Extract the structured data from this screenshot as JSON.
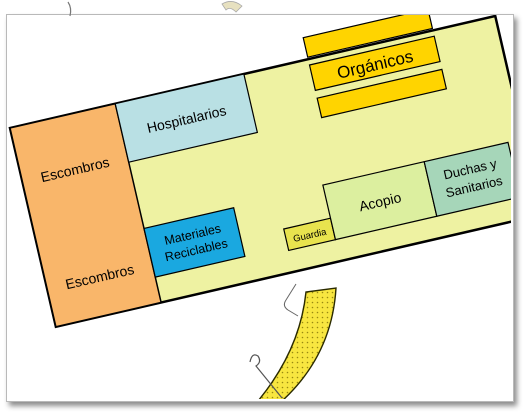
{
  "zones": {
    "escombros_top": "Escombros",
    "escombros_bottom": "Escombros",
    "hospitalarios": "Hospitalarios",
    "organicos": "Orgánicos",
    "materiales_line1": "Materiales",
    "materiales_line2": "Reciclables",
    "guardia": "Guardia",
    "acopio": "Acopio",
    "duchas_line1": "Duchas y",
    "duchas_line2": "Sanitarios"
  },
  "colors": {
    "site": "#eef2a2",
    "escombros": "#f9b66a",
    "hospitalarios": "#b9e0e4",
    "organicos": "#ffd400",
    "materiales": "#1aa8e0",
    "guardia": "#e8e34e",
    "acopio": "#dcef9f",
    "duchas": "#a6d6b9",
    "road": "#f8e640"
  },
  "icons": {
    "road": "curved-road-icon",
    "hook": "wire-hook-icon"
  }
}
